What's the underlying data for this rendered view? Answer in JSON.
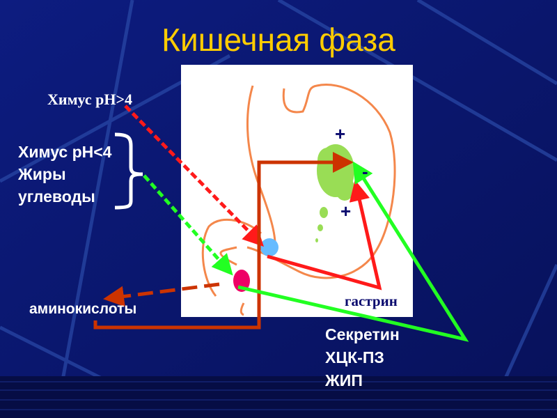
{
  "slide": {
    "title": "Кишечная фаза",
    "chyme_high": "Химус pH>4",
    "chyme_low_group": [
      "Химус pH<4",
      "Жиры",
      "углеводы"
    ],
    "amino_acids": "аминокислоты",
    "gastrin": "гастрин",
    "hormones": [
      "Секретин",
      "ХЦК-ПЗ",
      "ЖИП"
    ],
    "signs": {
      "plus_top": "+",
      "minus": "-",
      "plus_bottom": "+"
    }
  },
  "colors": {
    "background": "#0b1770",
    "title": "#ffcc00",
    "stomach_outline": "#f4874b",
    "red_arrow": "#ff1a1a",
    "green_arrow": "#22ff22",
    "brown_arrow": "#cc3300",
    "gastrin_text": "#0a0a6e",
    "blue_cell": "#66bbff",
    "pink_cell": "#ee0066",
    "gland": "#99dd55"
  }
}
